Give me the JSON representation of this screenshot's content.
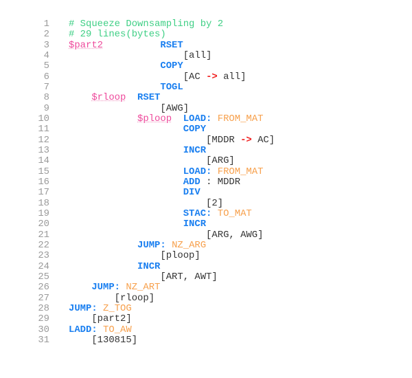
{
  "editor": {
    "lines": [
      [
        [
          "comment",
          "# Squeeze Downsampling by 2"
        ]
      ],
      [
        [
          "comment",
          "# 29 lines(bytes)"
        ]
      ],
      [
        [
          "label",
          "$part2"
        ],
        [
          "text",
          "          "
        ],
        [
          "kw",
          "RSET"
        ]
      ],
      [
        [
          "text",
          "                    [all]"
        ]
      ],
      [
        [
          "text",
          "                "
        ],
        [
          "kw",
          "COPY"
        ]
      ],
      [
        [
          "text",
          "                    [AC "
        ],
        [
          "arrow",
          "->"
        ],
        [
          "text",
          " all]"
        ]
      ],
      [
        [
          "text",
          "                "
        ],
        [
          "kw",
          "TOGL"
        ]
      ],
      [
        [
          "text",
          "    "
        ],
        [
          "label",
          "$rloop"
        ],
        [
          "text",
          "  "
        ],
        [
          "kw",
          "RSET"
        ]
      ],
      [
        [
          "text",
          "                [AWG]"
        ]
      ],
      [
        [
          "text",
          "            "
        ],
        [
          "label",
          "$ploop"
        ],
        [
          "text",
          "  "
        ],
        [
          "kw",
          "LOAD:"
        ],
        [
          "text",
          " "
        ],
        [
          "const",
          "FROM_MAT"
        ]
      ],
      [
        [
          "text",
          "                    "
        ],
        [
          "kw",
          "COPY"
        ]
      ],
      [
        [
          "text",
          "                        [MDDR "
        ],
        [
          "arrow",
          "->"
        ],
        [
          "text",
          " AC]"
        ]
      ],
      [
        [
          "text",
          "                    "
        ],
        [
          "kw",
          "INCR"
        ]
      ],
      [
        [
          "text",
          "                        [ARG]"
        ]
      ],
      [
        [
          "text",
          "                    "
        ],
        [
          "kw",
          "LOAD:"
        ],
        [
          "text",
          " "
        ],
        [
          "const",
          "FROM_MAT"
        ]
      ],
      [
        [
          "text",
          "                    "
        ],
        [
          "kw",
          "ADD"
        ],
        [
          "text",
          " : MDDR"
        ]
      ],
      [
        [
          "text",
          "                    "
        ],
        [
          "kw",
          "DIV"
        ]
      ],
      [
        [
          "text",
          "                        [2]"
        ]
      ],
      [
        [
          "text",
          "                    "
        ],
        [
          "kw",
          "STAC:"
        ],
        [
          "text",
          " "
        ],
        [
          "const",
          "TO_MAT"
        ]
      ],
      [
        [
          "text",
          "                    "
        ],
        [
          "kw",
          "INCR"
        ]
      ],
      [
        [
          "text",
          "                        [ARG, AWG]"
        ]
      ],
      [
        [
          "text",
          "            "
        ],
        [
          "kw",
          "JUMP:"
        ],
        [
          "text",
          " "
        ],
        [
          "const",
          "NZ_ARG"
        ]
      ],
      [
        [
          "text",
          "                [ploop]"
        ]
      ],
      [
        [
          "text",
          "            "
        ],
        [
          "kw",
          "INCR"
        ]
      ],
      [
        [
          "text",
          "                [ART, AWT]"
        ]
      ],
      [
        [
          "text",
          "    "
        ],
        [
          "kw",
          "JUMP:"
        ],
        [
          "text",
          " "
        ],
        [
          "const",
          "NZ_ART"
        ]
      ],
      [
        [
          "text",
          "        [rloop]"
        ]
      ],
      [
        [
          "kw",
          "JUMP:"
        ],
        [
          "text",
          " "
        ],
        [
          "const",
          "Z_TOG"
        ]
      ],
      [
        [
          "text",
          "    [part2]"
        ]
      ],
      [
        [
          "kw",
          "LADD:"
        ],
        [
          "text",
          " "
        ],
        [
          "const",
          "TO_AW"
        ]
      ],
      [
        [
          "text",
          "    [130815]"
        ]
      ]
    ]
  }
}
